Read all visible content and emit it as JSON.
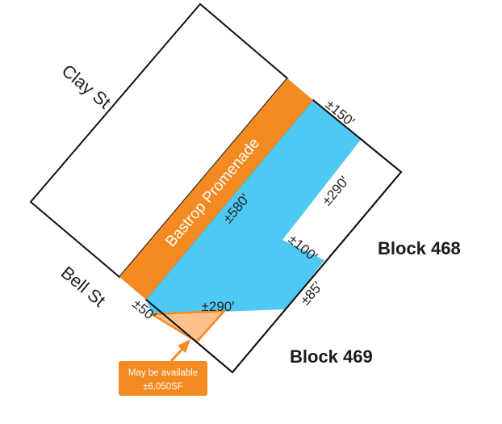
{
  "streets": {
    "clay": "Clay St",
    "bell": "Bell St",
    "promenade": "Bastrop Promenade"
  },
  "blocks": {
    "block_468": "Block 468",
    "block_469": "Block 469"
  },
  "dimensions": {
    "top": "±150′",
    "right_upper": "±290′",
    "notch": "±100′",
    "right_lower": "±85′",
    "center": "±580′",
    "bottom": "±290′",
    "left": "±50′"
  },
  "callout": {
    "line1": "May be available",
    "line2": "±6,050SF"
  },
  "colors": {
    "parcel": "#4ec9f4",
    "promenade": "#f38a22",
    "triangle": "#fbc08c",
    "callout": "#f38a22",
    "outline": "#111111"
  }
}
